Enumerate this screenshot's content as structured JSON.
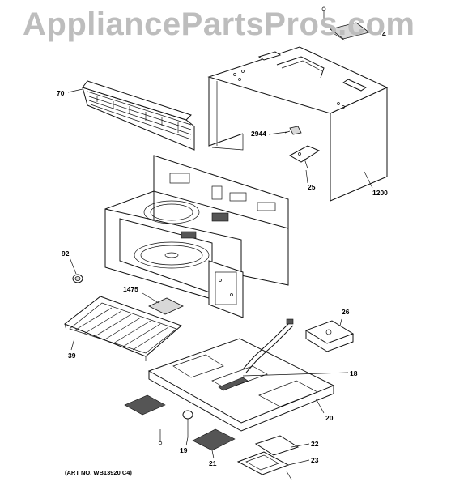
{
  "watermark": "AppliancePartsPros.com",
  "art_number": "(ART NO. WB13920 C4)",
  "callouts": {
    "p4": "4",
    "p70": "70",
    "p2944": "2944",
    "p25": "25",
    "p1200": "1200",
    "p92": "92",
    "p1475": "1475",
    "p39": "39",
    "p26": "26",
    "p18": "18",
    "p20": "20",
    "p19": "19",
    "p21": "21",
    "p22": "22",
    "p23": "23"
  }
}
